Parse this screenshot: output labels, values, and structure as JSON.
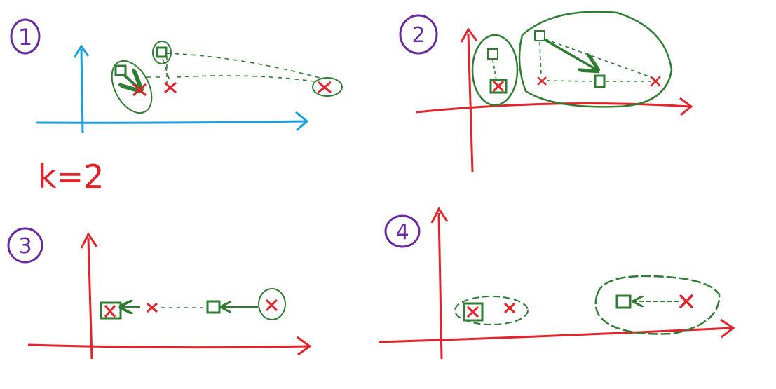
{
  "colors": {
    "purple": "#6a2aa0",
    "blue": "#1a9fe0",
    "red": "#e3242b",
    "green": "#2e7d32"
  },
  "annotation": {
    "k_label": "k=2"
  },
  "panels": [
    {
      "step": "1",
      "axis_color": "blue"
    },
    {
      "step": "2",
      "axis_color": "red"
    },
    {
      "step": "3",
      "axis_color": "red"
    },
    {
      "step": "4",
      "axis_color": "red"
    }
  ]
}
